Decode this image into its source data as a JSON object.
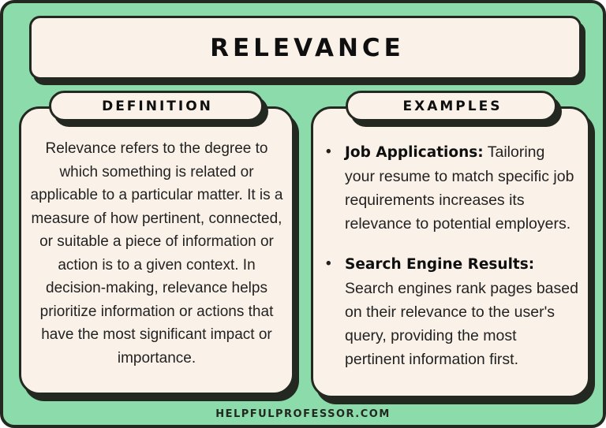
{
  "theme": {
    "green": "#8cdbaa",
    "cream": "#faf2e9",
    "dark": "#232821",
    "text": "#222222",
    "title": "#0f0f0f"
  },
  "title": "RELEVANCE",
  "definition": {
    "heading": "DEFINITION",
    "body": "Relevance refers to the degree to which something is related or applicable to a particular matter. It is a measure of how pertinent, connected, or suitable a piece of information or action is to a given context. In decision-making, relevance helps prioritize information or actions that have the most significant impact or importance."
  },
  "examples": {
    "heading": "EXAMPLES",
    "bullet": "•",
    "items": [
      {
        "lead": "Job Applications:",
        "text": " Tailoring your resume to match specific job requirements increases its relevance to potential employers."
      },
      {
        "lead": "Search Engine Results:",
        "text": " Search engines rank pages based on their relevance to the user's query, providing the most pertinent information first."
      }
    ]
  },
  "footer": {
    "site": "HELPFULPROFESSOR.COM"
  }
}
